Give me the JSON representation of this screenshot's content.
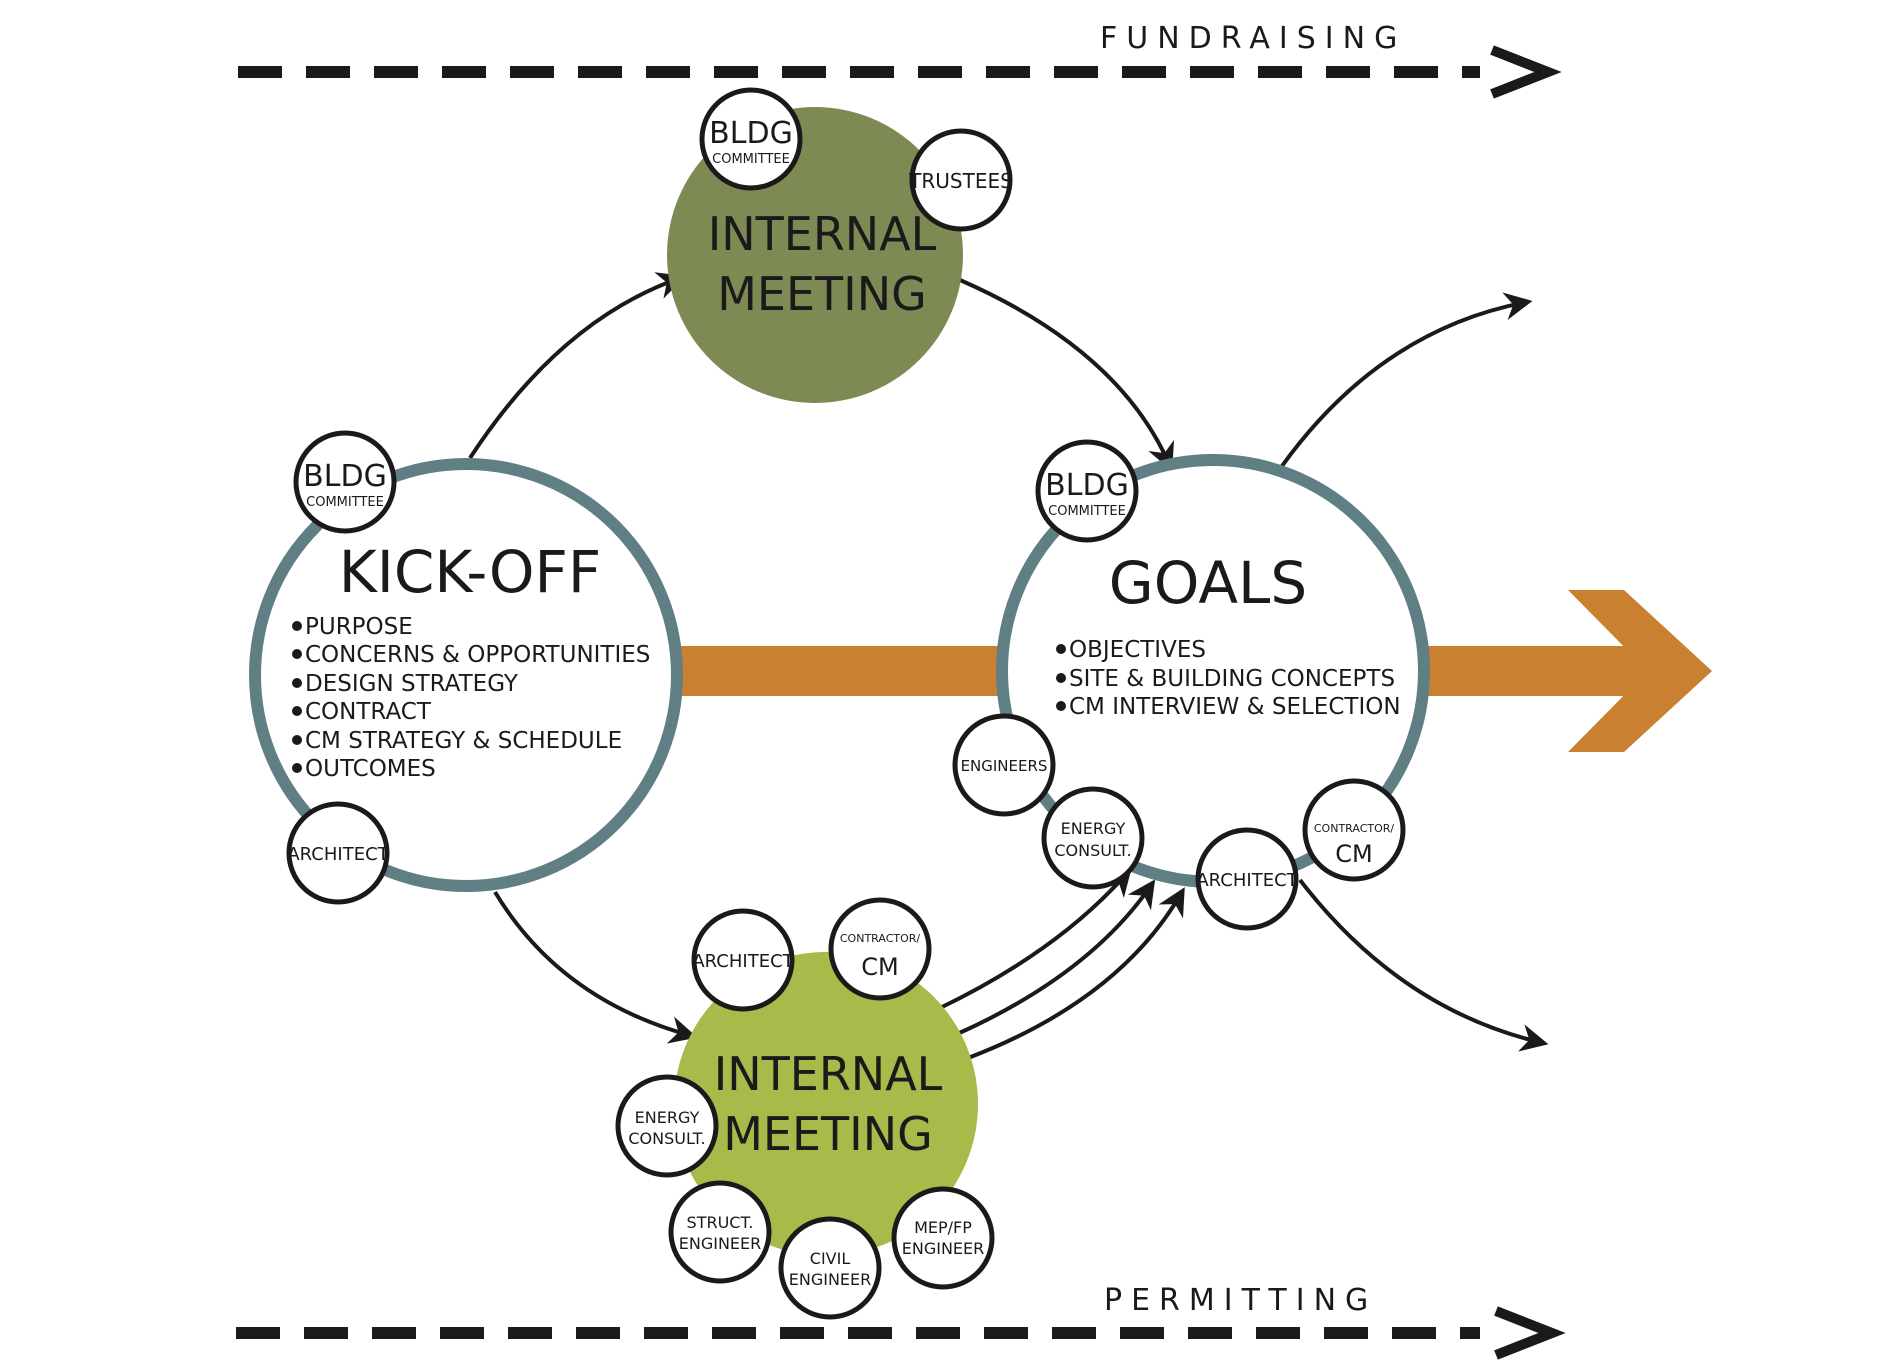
{
  "bands": {
    "top_label": "FUNDRAISING",
    "bottom_label": "PERMITTING"
  },
  "nodes": {
    "kickoff": {
      "title": "KICK-OFF",
      "items": [
        "PURPOSE",
        "CONCERNS & OPPORTUNITIES",
        "DESIGN STRATEGY",
        "CONTRACT",
        "CM STRATEGY & SCHEDULE",
        "OUTCOMES"
      ],
      "bubbles": {
        "bldg_committee": {
          "line1": "BLDG",
          "line2": "COMMITTEE"
        },
        "architect": "ARCHITECT"
      }
    },
    "internal_top": {
      "line1": "INTERNAL",
      "line2": "MEETING",
      "bubbles": {
        "bldg_committee": {
          "line1": "BLDG",
          "line2": "COMMITTEE"
        },
        "trustees": "TRUSTEES"
      }
    },
    "goals": {
      "title": "GOALS",
      "items": [
        "OBJECTIVES",
        "SITE & BUILDING CONCEPTS",
        "CM INTERVIEW & SELECTION"
      ],
      "bubbles": {
        "bldg_committee": {
          "line1": "BLDG",
          "line2": "COMMITTEE"
        },
        "engineers": "ENGINEERS",
        "energy": {
          "line1": "ENERGY",
          "line2": "CONSULT."
        },
        "architect": "ARCHITECT",
        "contractor": {
          "line1": "CONTRACTOR/",
          "line2": "CM"
        }
      }
    },
    "internal_bottom": {
      "line1": "INTERNAL",
      "line2": "MEETING",
      "bubbles": {
        "architect": "ARCHITECT",
        "contractor": {
          "line1": "CONTRACTOR/",
          "line2": "CM"
        },
        "energy": {
          "line1": "ENERGY",
          "line2": "CONSULT."
        },
        "struct": {
          "line1": "STRUCT.",
          "line2": "ENGINEER"
        },
        "civil": {
          "line1": "CIVIL",
          "line2": "ENGINEER"
        },
        "mep": {
          "line1": "MEP/FP",
          "line2": "ENGINEER"
        }
      }
    }
  },
  "colors": {
    "ring": "#5f7f84",
    "orange": "#c98030",
    "olive_dark": "#7e8a53",
    "olive_light": "#a7ba4a",
    "ink": "#1a1a1a"
  },
  "icons": {
    "bullet": "filled-circle"
  }
}
